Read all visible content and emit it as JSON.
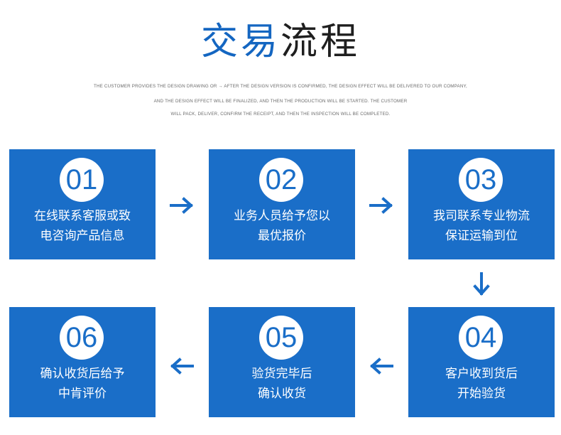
{
  "title": {
    "part1": "交易",
    "part2": "流程"
  },
  "subtitle_lines": [
    "THE CUSTOMER PROVIDES THE DESIGN DRAWING OR → AFTER THE DESIGN VERSION IS CONFIRMED, THE DESIGN EFFECT WILL BE DELIVERED TO OUR COMPANY,",
    "AND THE DESIGN EFFECT WILL BE FINALIZED, AND THEN THE PRODUCTION WILL BE STARTED. THE CUSTOMER",
    "WILL PACK, DELIVER, CONFIRM THE RECEIPT, AND THEN THE INSPECTION WILL BE COMPLETED."
  ],
  "steps": [
    {
      "num": "01",
      "line1": "在线联系客服或致",
      "line2": "电咨询产品信息"
    },
    {
      "num": "02",
      "line1": "业务人员给予您以",
      "line2": "最优报价"
    },
    {
      "num": "03",
      "line1": "我司联系专业物流",
      "line2": "保证运输到位"
    },
    {
      "num": "04",
      "line1": "客户收到货后",
      "line2": "开始验货"
    },
    {
      "num": "05",
      "line1": "验货完毕后",
      "line2": "确认收货"
    },
    {
      "num": "06",
      "line1": "确认收货后给予",
      "line2": "中肯评价"
    }
  ],
  "colors": {
    "accent": "#1a6ec8",
    "title_blue": "#1466c1",
    "title_dark": "#1f1f1f",
    "arrow": "#1a6ec8"
  },
  "arrows": [
    "arrow-right-icon",
    "arrow-right-icon",
    "arrow-down-icon",
    "arrow-left-icon",
    "arrow-left-icon"
  ]
}
